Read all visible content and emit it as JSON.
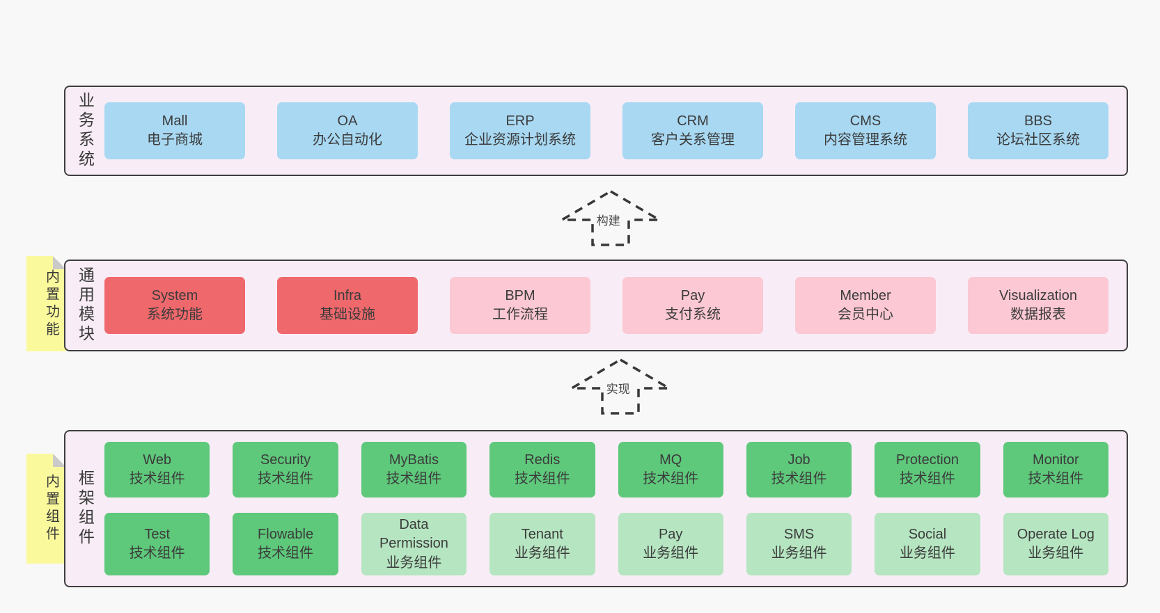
{
  "palette": {
    "page_background": "#f8f8f8",
    "panel_background": "#f8edf6",
    "panel_border": "#3e3e3e",
    "business_box": "#a8d8f2",
    "core_module_box": "#ef686c",
    "optional_module_box": "#fbc8d3",
    "tech_component_box": "#5ec87b",
    "biz_component_box": "#b6e5c1",
    "sticky_note": "#fafa9d",
    "sticky_fold": "#c9c9c9",
    "text": "#3b3b3b"
  },
  "arrows": {
    "build": {
      "label": "构建"
    },
    "implement": {
      "label": "实现"
    }
  },
  "sections": {
    "business": {
      "label": "业务系统",
      "boxes": [
        {
          "name": "Mall",
          "subtitle": "电子商城"
        },
        {
          "name": "OA",
          "subtitle": "办公自动化"
        },
        {
          "name": "ERP",
          "subtitle": "企业资源计划系统"
        },
        {
          "name": "CRM",
          "subtitle": "客户关系管理"
        },
        {
          "name": "CMS",
          "subtitle": "内容管理系统"
        },
        {
          "name": "BBS",
          "subtitle": "论坛社区系统"
        }
      ]
    },
    "modules": {
      "label": "通用模块",
      "tag": "内置功能",
      "boxes": [
        {
          "name": "System",
          "subtitle": "系统功能"
        },
        {
          "name": "Infra",
          "subtitle": "基础设施"
        },
        {
          "name": "BPM",
          "subtitle": "工作流程"
        },
        {
          "name": "Pay",
          "subtitle": "支付系统"
        },
        {
          "name": "Member",
          "subtitle": "会员中心"
        },
        {
          "name": "Visualization",
          "subtitle": "数据报表"
        }
      ]
    },
    "components": {
      "label": "框架组件",
      "tag": "内置组件",
      "row1": [
        {
          "name": "Web",
          "subtitle": "技术组件"
        },
        {
          "name": "Security",
          "subtitle": "技术组件"
        },
        {
          "name": "MyBatis",
          "subtitle": "技术组件"
        },
        {
          "name": "Redis",
          "subtitle": "技术组件"
        },
        {
          "name": "MQ",
          "subtitle": "技术组件"
        },
        {
          "name": "Job",
          "subtitle": "技术组件"
        },
        {
          "name": "Protection",
          "subtitle": "技术组件"
        },
        {
          "name": "Monitor",
          "subtitle": "技术组件"
        }
      ],
      "row2": [
        {
          "name": "Test",
          "subtitle": "技术组件"
        },
        {
          "name": "Flowable",
          "subtitle": "技术组件"
        },
        {
          "name": "Data Permission",
          "subtitle": "业务组件"
        },
        {
          "name": "Tenant",
          "subtitle": "业务组件"
        },
        {
          "name": "Pay",
          "subtitle": "业务组件"
        },
        {
          "name": "SMS",
          "subtitle": "业务组件"
        },
        {
          "name": "Social",
          "subtitle": "业务组件"
        },
        {
          "name": "Operate Log",
          "subtitle": "业务组件"
        }
      ]
    }
  }
}
